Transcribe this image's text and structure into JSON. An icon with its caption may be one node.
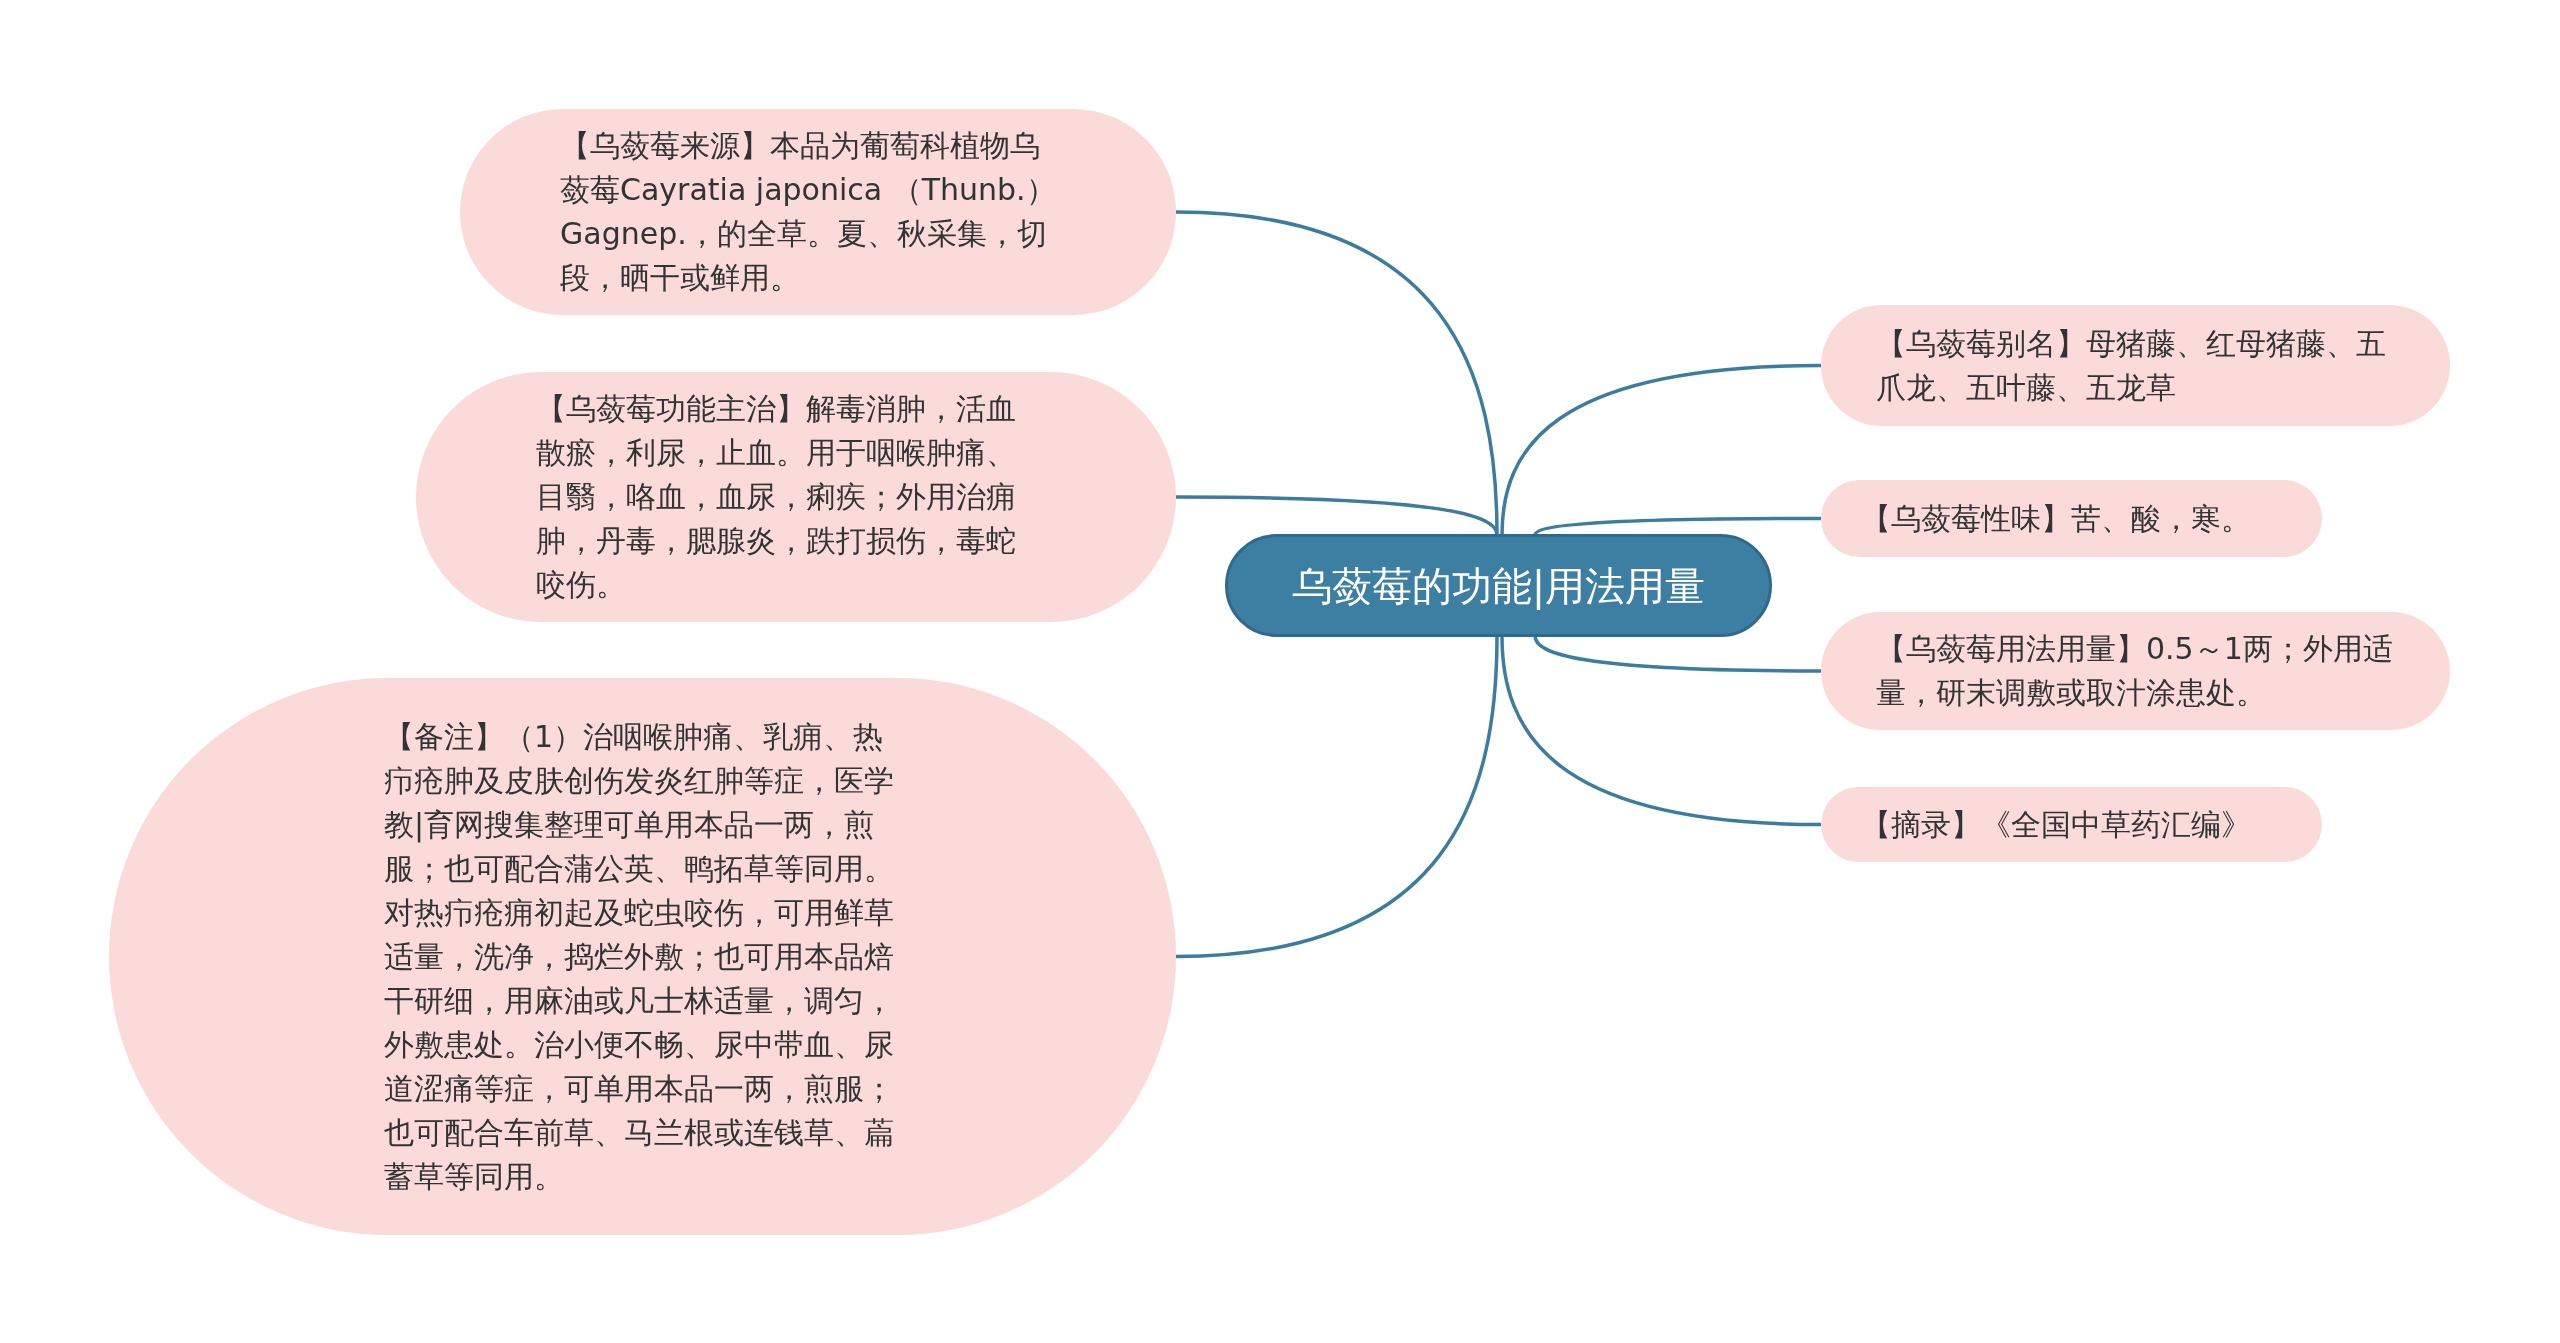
{
  "diagram": {
    "nodes": [
      {
        "text": [
          "乌蔹莓的功能|用法用量"
        ]
      },
      {
        "text": [
          "【乌蔹莓来源】本品为葡萄科植物乌蔹莓Cayratia japonica （Thunb.）Gagnep.，的全草。夏、秋采集，切段，晒干或鲜用。"
        ]
      },
      {
        "text": [
          "【乌蔹莓功能主治】解毒消肿，活血散瘀，利尿，止血。用于咽喉肿痛、目翳，咯血，血尿，痢疾；外用治痈肿，丹毒，腮腺炎，跌打损伤，毒蛇咬伤。"
        ]
      },
      {
        "text": [
          "【备注】（1）治咽喉肿痛、乳痈、热疖疮肿及皮肤创伤发炎红肿等症，医学教|育网搜集整理可单用本品一两，煎服；也可配合蒲公英、鸭拓草等同用。对热疖疮痈初起及蛇虫咬伤，可用鲜草适量，洗净，捣烂外敷；也可用本品焙干研细，用麻油或凡士林适量，调匀，外敷患处。治小便不畅、尿中带血、尿道涩痛等症，可单用本品一两，煎服；也可配合车前草、马兰根或连钱草、萹蓄草等同用。"
        ]
      },
      {
        "text": [
          "【乌蔹莓别名】母猪藤、红母猪藤、五爪龙、五叶藤、五龙草"
        ]
      },
      {
        "text": [
          "【乌蔹莓性味】苦、酸，寒。"
        ]
      },
      {
        "text": [
          "【乌蔹莓用法用量】0.5～1两；外用适量，研末调敷或取汁涂患处。"
        ]
      },
      {
        "text": [
          "【摘录】《全国中草药汇编》"
        ]
      }
    ],
    "edges": [
      {
        "from": 0,
        "to": 1,
        "arrow": "none"
      },
      {
        "from": 0,
        "to": 2,
        "arrow": "none"
      },
      {
        "from": 0,
        "to": 3,
        "arrow": "none"
      },
      {
        "from": 0,
        "to": 4,
        "arrow": "none"
      },
      {
        "from": 0,
        "to": 5,
        "arrow": "none"
      },
      {
        "from": 0,
        "to": 6,
        "arrow": "none"
      },
      {
        "from": 0,
        "to": 7,
        "arrow": "none"
      }
    ]
  }
}
